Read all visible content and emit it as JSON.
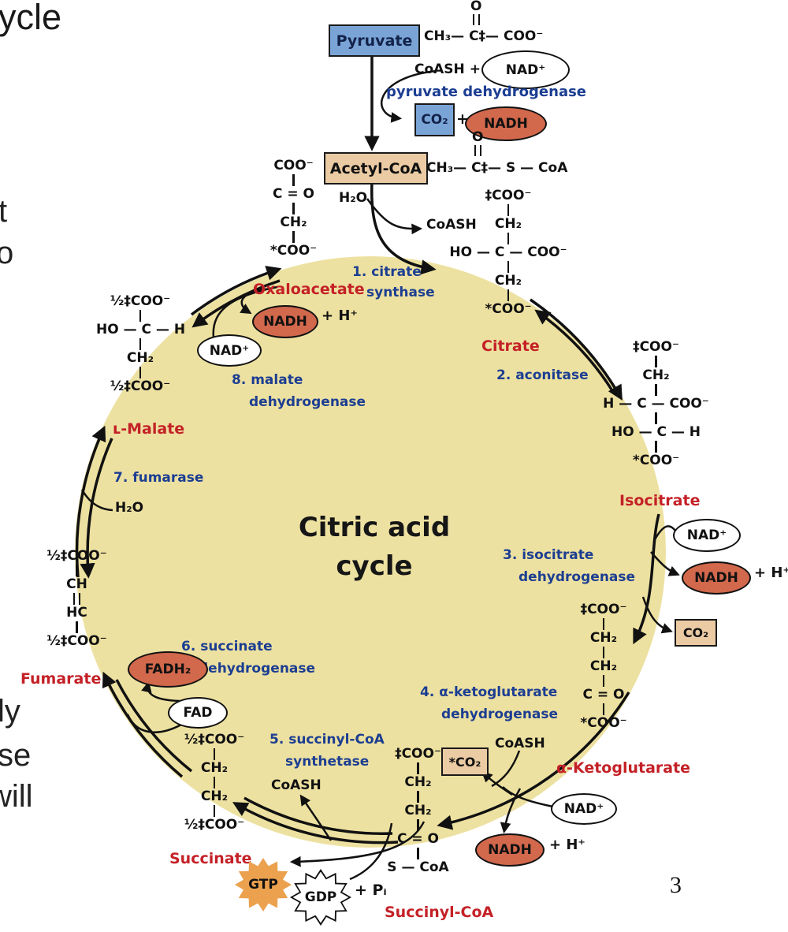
{
  "slide": {
    "title_fragment": "ycle",
    "left_fragments": [
      "t",
      "o",
      "ly",
      "se",
      "will"
    ],
    "page_number": "3"
  },
  "colors": {
    "cycle_fill": "#EDE1A1",
    "blue_box": "#7AA4D6",
    "tan_box": "#EBCBA3",
    "salmon_oval": "#D2684C",
    "enzyme_blue": "#1C3E92",
    "metabolite_red": "#C42127",
    "gtp_orange": "#EBA14E"
  },
  "center": {
    "line1": "Citric acid",
    "line2": "cycle"
  },
  "top_pathway": {
    "pyruvate_box": "Pyruvate",
    "pyruvate_O": "O",
    "pyruvate_formula": "CH₃— C‡— COO⁻",
    "coash_plus": "CoASH +",
    "nad_oval": "NAD⁺",
    "enzyme": "pyruvate dehydrogenase",
    "co2_box": "CO₂",
    "plus": "+",
    "nadh_oval": "NADH",
    "acetyl_box": "Acetyl-CoA",
    "acetyl_O": "O",
    "acetyl_formula": "CH₃— C‡— S — CoA",
    "h2o": "H₂O",
    "coash": "CoASH"
  },
  "enzymes": {
    "e1": [
      "1. citrate",
      "synthase"
    ],
    "e2": [
      "2. aconitase"
    ],
    "e3": [
      "3. isocitrate",
      "dehydrogenase"
    ],
    "e4": [
      "4. α-ketoglutarate",
      "dehydrogenase"
    ],
    "e5": [
      "5. succinyl-CoA",
      "synthetase"
    ],
    "e6": [
      "6. succinate",
      "dehydrogenase"
    ],
    "e7": [
      "7. fumarase"
    ],
    "e8": [
      "8. malate",
      "dehydrogenase"
    ]
  },
  "metabolites": {
    "oxaloacetate": {
      "label": "Oxaloacetate",
      "structure": [
        "COO⁻",
        "|",
        "C = O",
        "|",
        "CH₂",
        "|",
        "*COO⁻"
      ]
    },
    "citrate": {
      "label": "Citrate",
      "structure": [
        "‡COO⁻",
        "|",
        "CH₂",
        "|",
        "HO — C — COO⁻",
        "|",
        "CH₂",
        "|",
        "*COO⁻"
      ]
    },
    "isocitrate": {
      "label": "Isocitrate",
      "structure": [
        "‡COO⁻",
        "|",
        "CH₂",
        "|",
        "H — C — COO⁻",
        "|",
        "HO — C — H",
        "|",
        "*COO⁻"
      ]
    },
    "alpha_ketoglutarate": {
      "label": "α-Ketoglutarate",
      "structure": [
        "‡COO⁻",
        "|",
        "CH₂",
        "|",
        "CH₂",
        "|",
        "C = O",
        "|",
        "*COO⁻"
      ]
    },
    "succinyl_coa": {
      "label": "Succinyl-CoA",
      "structure": [
        "‡COO⁻",
        "|",
        "CH₂",
        "|",
        "CH₂",
        "|",
        "C = O",
        "|",
        "S — CoA"
      ]
    },
    "succinate": {
      "label": "Succinate",
      "structure": [
        "½‡COO⁻",
        "|",
        "CH₂",
        "|",
        "CH₂",
        "|",
        "½‡COO⁻"
      ]
    },
    "fumarate": {
      "label": "Fumarate",
      "structure": [
        "½‡COO⁻",
        "|",
        "CH",
        "‖",
        "HC",
        "|",
        "½‡COO⁻"
      ]
    },
    "malate": {
      "label": "ʟ-Malate",
      "structure": [
        "½‡COO⁻",
        "|",
        "HO — C — H",
        "|",
        "CH₂",
        "|",
        "½‡COO⁻"
      ]
    }
  },
  "cycle_cofactors": {
    "nadh_oaa": "NADH",
    "plus_h_oaa": "+ H⁺",
    "nad_malate": "NAD⁺",
    "nad_icit": "NAD⁺",
    "nadh_icit": "NADH",
    "plus_h_icit": "+ H⁺",
    "co2_icit": "CO₂",
    "coash_akg": "CoASH",
    "co2_akg": "*CO₂",
    "nad_akg": "NAD⁺",
    "nadh_akg": "NADH",
    "plus_h_akg": "+ H⁺",
    "coash_scoa": "CoASH",
    "gtp": "GTP",
    "gdp": "GDP",
    "plus_pi": "+ Pᵢ",
    "fad": "FAD",
    "fadh2": "FADH₂",
    "h2o_fumarase": "H₂O"
  }
}
